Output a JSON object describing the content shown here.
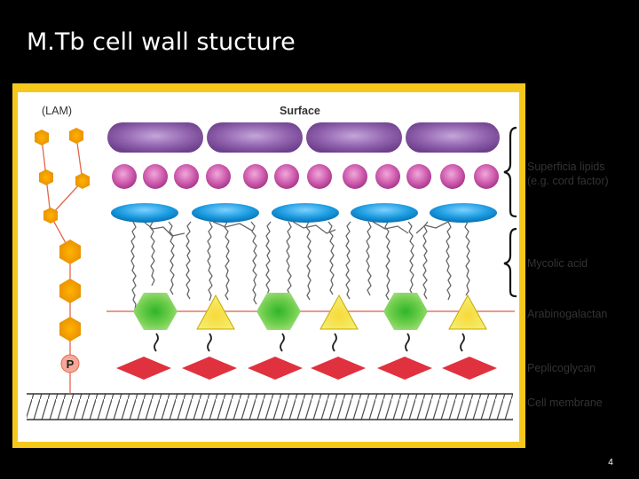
{
  "slide": {
    "title": "M.Tb cell wall stucture",
    "page_number": "4"
  },
  "diagram": {
    "labels": {
      "lam": "(LAM)",
      "surface": "Surface",
      "superficial_lipids_line1": "Superficia lipids",
      "superficial_lipids_line2": "(e.g. cord factor)",
      "mycolic_acid": "Mycolic acid",
      "arabinogalactan": "Arabinogalactan",
      "peptidoglycan": "Peplicoglycan",
      "cell_membrane": "Cell membrane",
      "phosphate": "P"
    },
    "colors": {
      "frame": "#f6c81c",
      "surface_capsules": "#8a57a6",
      "superficial_lipids": "#d05fb0",
      "mycolic_heads": "#1598d8",
      "arabinogalactan_hex": "#5ec43c",
      "arabinogalactan_tri": "#f4e43a",
      "peptidoglycan": "#e0313e",
      "lam_hexagons": "#f0a100",
      "arabinogalactan_line": "#e89a8a"
    }
  }
}
